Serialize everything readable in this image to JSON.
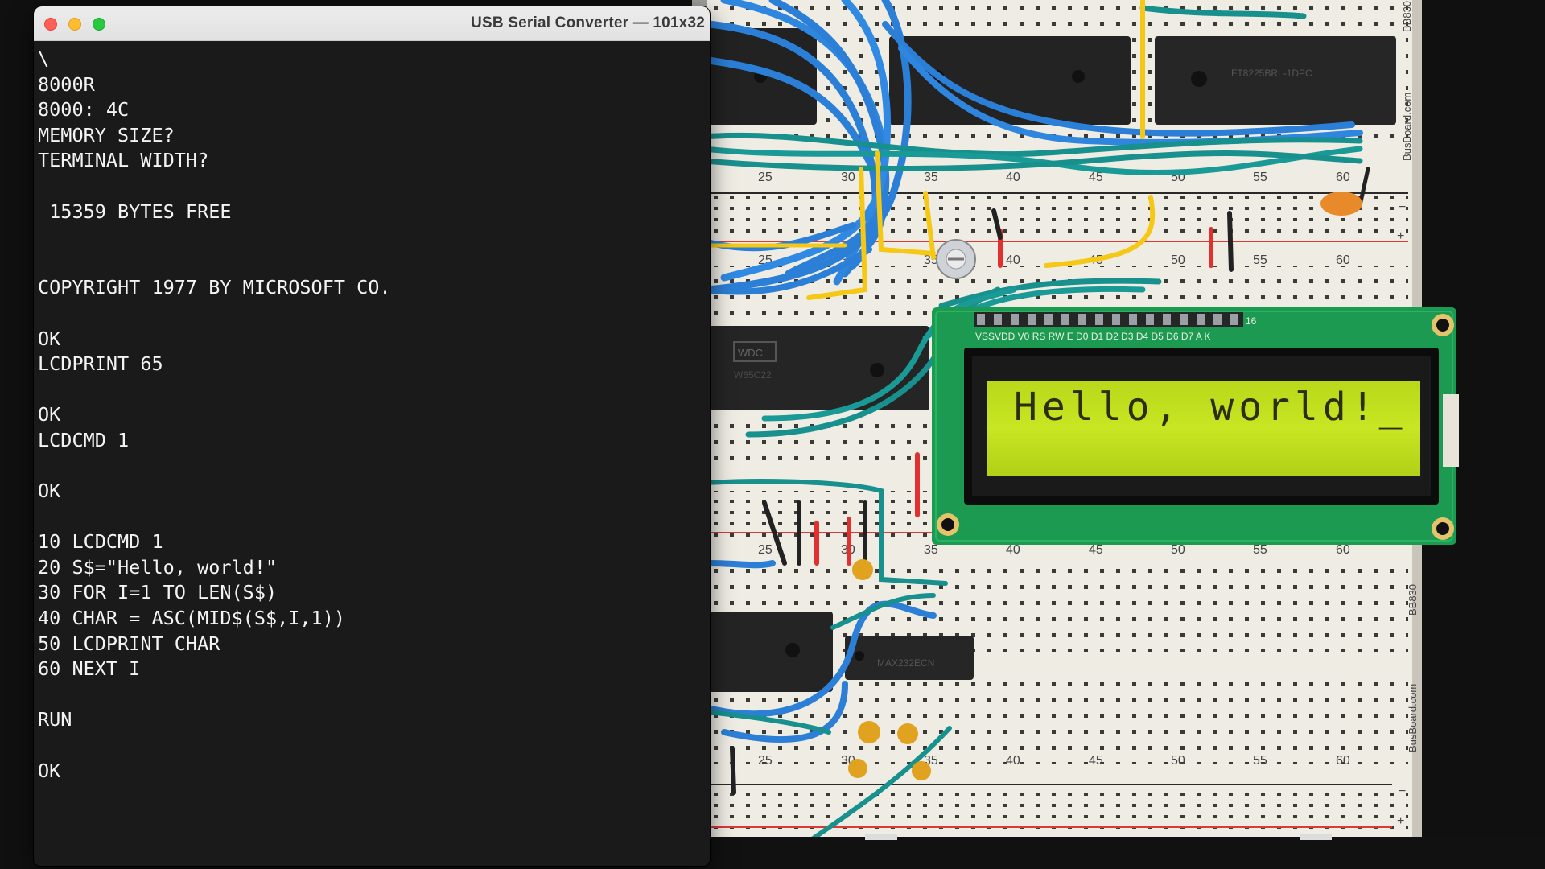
{
  "window": {
    "title": "USB Serial Converter — 101x32"
  },
  "terminal": {
    "lines": [
      "\\",
      "8000R",
      "8000: 4C",
      "MEMORY SIZE?",
      "TERMINAL WIDTH?",
      "",
      " 15359 BYTES FREE",
      "",
      "",
      "COPYRIGHT 1977 BY MICROSOFT CO.",
      "",
      "OK",
      "LCDPRINT 65",
      "",
      "OK",
      "LCDCMD 1",
      "",
      "OK",
      "",
      "10 LCDCMD 1",
      "20 S$=\"Hello, world!\"",
      "30 FOR I=1 TO LEN(S$)",
      "40 CHAR = ASC(MID$(S$,I,1))",
      "50 LCDPRINT CHAR",
      "60 NEXT I",
      "",
      "RUN",
      "",
      "OK"
    ]
  },
  "photo": {
    "lcd_text": "Hello, world!_",
    "lcd_pin_labels": "VSSVDD V0  RS RW  E   D0 D1 D2 D3 D4 D5 D6 D7  A   K",
    "lcd_pin_number": "16",
    "board_brand": "BusBoard.com",
    "board_model": "BB830",
    "column_labels_row1": [
      "25",
      "30",
      "35",
      "40",
      "45",
      "50",
      "55",
      "60"
    ],
    "column_labels_row2": [
      "25",
      "30",
      "35",
      "40",
      "45",
      "50",
      "55",
      "60"
    ],
    "column_labels_row3": [
      "25",
      "30",
      "35",
      "40",
      "45",
      "50",
      "55",
      "60"
    ],
    "column_labels_row4": [
      "25",
      "30",
      "35",
      "40",
      "45",
      "50",
      "55",
      "60"
    ],
    "chip_label_via": "W65C22",
    "chip_label_max": "MAX232ECN",
    "chip_label_ft": "FT8225BRL-1DPC"
  },
  "colors": {
    "lcd_background": "#c4e01e",
    "lcd_pcb": "#1d9a52",
    "wire_blue": "#2b7fd6",
    "wire_teal": "#17908e",
    "wire_yellow": "#f5c816",
    "wire_red": "#e23030",
    "breadboard": "#efece4",
    "terminal_bg": "#1a1a1a",
    "terminal_fg": "#f4f4f4"
  }
}
